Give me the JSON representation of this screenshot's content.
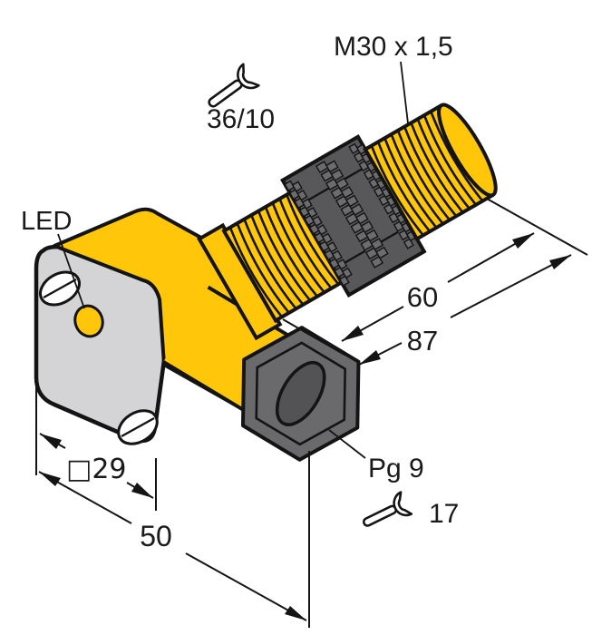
{
  "drawing": {
    "type": "technical-dimension-drawing",
    "subject": "inductive-proximity-sensor",
    "labels": {
      "thread_spec": "M30 x 1,5",
      "wrench_flats_top": "36/10",
      "led": "LED",
      "dim_thread_length": "60",
      "dim_total_length": "87",
      "dim_flange_width": "□29",
      "dim_flange_depth": "50",
      "cable_gland": "Pg 9",
      "wrench_flats_gland": "17"
    },
    "icons": {
      "top": "wrench-icon",
      "bottom": "wrench-icon"
    },
    "colors": {
      "body_yellow": "#FFC60A",
      "metal_dark": "#58585A",
      "metal_mid": "#6C6C6E",
      "gland_gray": "#6A6A6C",
      "gland_hole": "#535355",
      "flange_gray": "#D4D4D6",
      "line": "#141414"
    }
  }
}
